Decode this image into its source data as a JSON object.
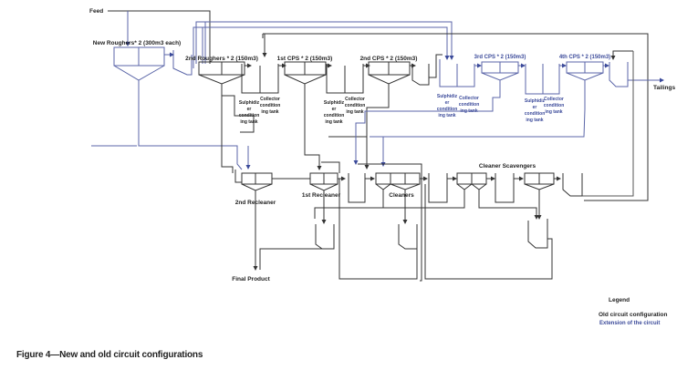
{
  "labels": {
    "feed": "Feed",
    "new_roughers": "New Roughers* 2 (300m3 each)",
    "second_roughers": "2nd Roughers * 2 (150m3)",
    "first_cps": "1st CPS * 2 (150m3)",
    "second_cps": "2nd CPS * 2 (150m3)",
    "third_cps": "3rd CPS * 2 (150m3)",
    "fourth_cps": "4th CPS * 2 (150m3)",
    "tailings": "Tailings",
    "sulphidizer_1": [
      "Sulphidiz",
      "er",
      "condition",
      "ing tank"
    ],
    "collector_1": [
      "Collector",
      "condition",
      "ing tank"
    ],
    "sulphidizer_2": [
      "Sulphidiz",
      "er",
      "condition",
      "ing tank"
    ],
    "collector_2": [
      "Collector",
      "condition",
      "ing tank"
    ],
    "sulphidizer_3": [
      "Sulphidiz",
      "er",
      "condition",
      "ing tank"
    ],
    "collector_3": [
      "Collector",
      "condition",
      "ing tank"
    ],
    "sulphidizer_4": [
      "Sulphidiz",
      "er",
      "condition",
      "ing tank"
    ],
    "collector_4": [
      "Collector",
      "condition",
      "ing tank"
    ],
    "second_recleaner": "2nd Recleaner",
    "first_recleaner": "1st Recleaner",
    "cleaners": "Cleaners",
    "cleaner_scavengers": "Cleaner Scavengers",
    "final_product": "Final Product"
  },
  "legend": {
    "title": "Legend",
    "old": "Old circuit configuration",
    "extension": "Extension of the circuit"
  },
  "colors": {
    "old_circuit": "#333333",
    "extension": "#5b66a8"
  },
  "caption": "Figure 4—New and old circuit configurations"
}
